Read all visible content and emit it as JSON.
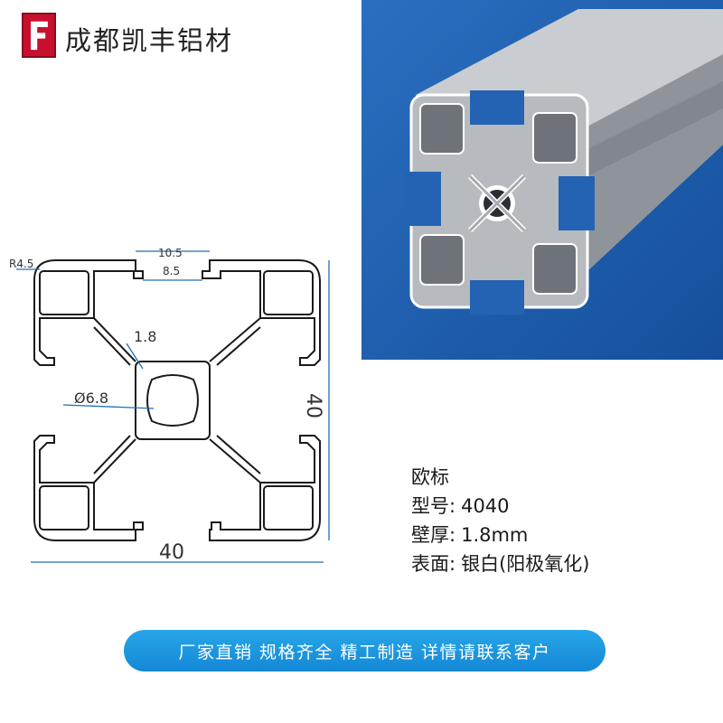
{
  "brand": {
    "logo_letter": "F",
    "logo_color": "#c8102e",
    "name": "成都凯丰铝材"
  },
  "drawing": {
    "corner_radius_label": "R4.5",
    "slot_outer_label": "10.5",
    "slot_inner_label": "8.5",
    "wall_label": "1.8",
    "hole_label": "Ø6.8",
    "height_label": "40",
    "width_label": "40"
  },
  "specs": {
    "standard": "欧标",
    "model_label": "型号:",
    "model_value": "4040",
    "wall_label": "壁厚:",
    "wall_value": "1.8mm",
    "surface_label": "表面:",
    "surface_value": "银白(阳极氧化)"
  },
  "banner": {
    "text": "厂家直销 规格齐全 精工制造 详情请联系客户",
    "color": "#1d95e0"
  },
  "photo": {
    "background_color": "#1f5fb0",
    "subject": "aluminum-profile-photo"
  }
}
